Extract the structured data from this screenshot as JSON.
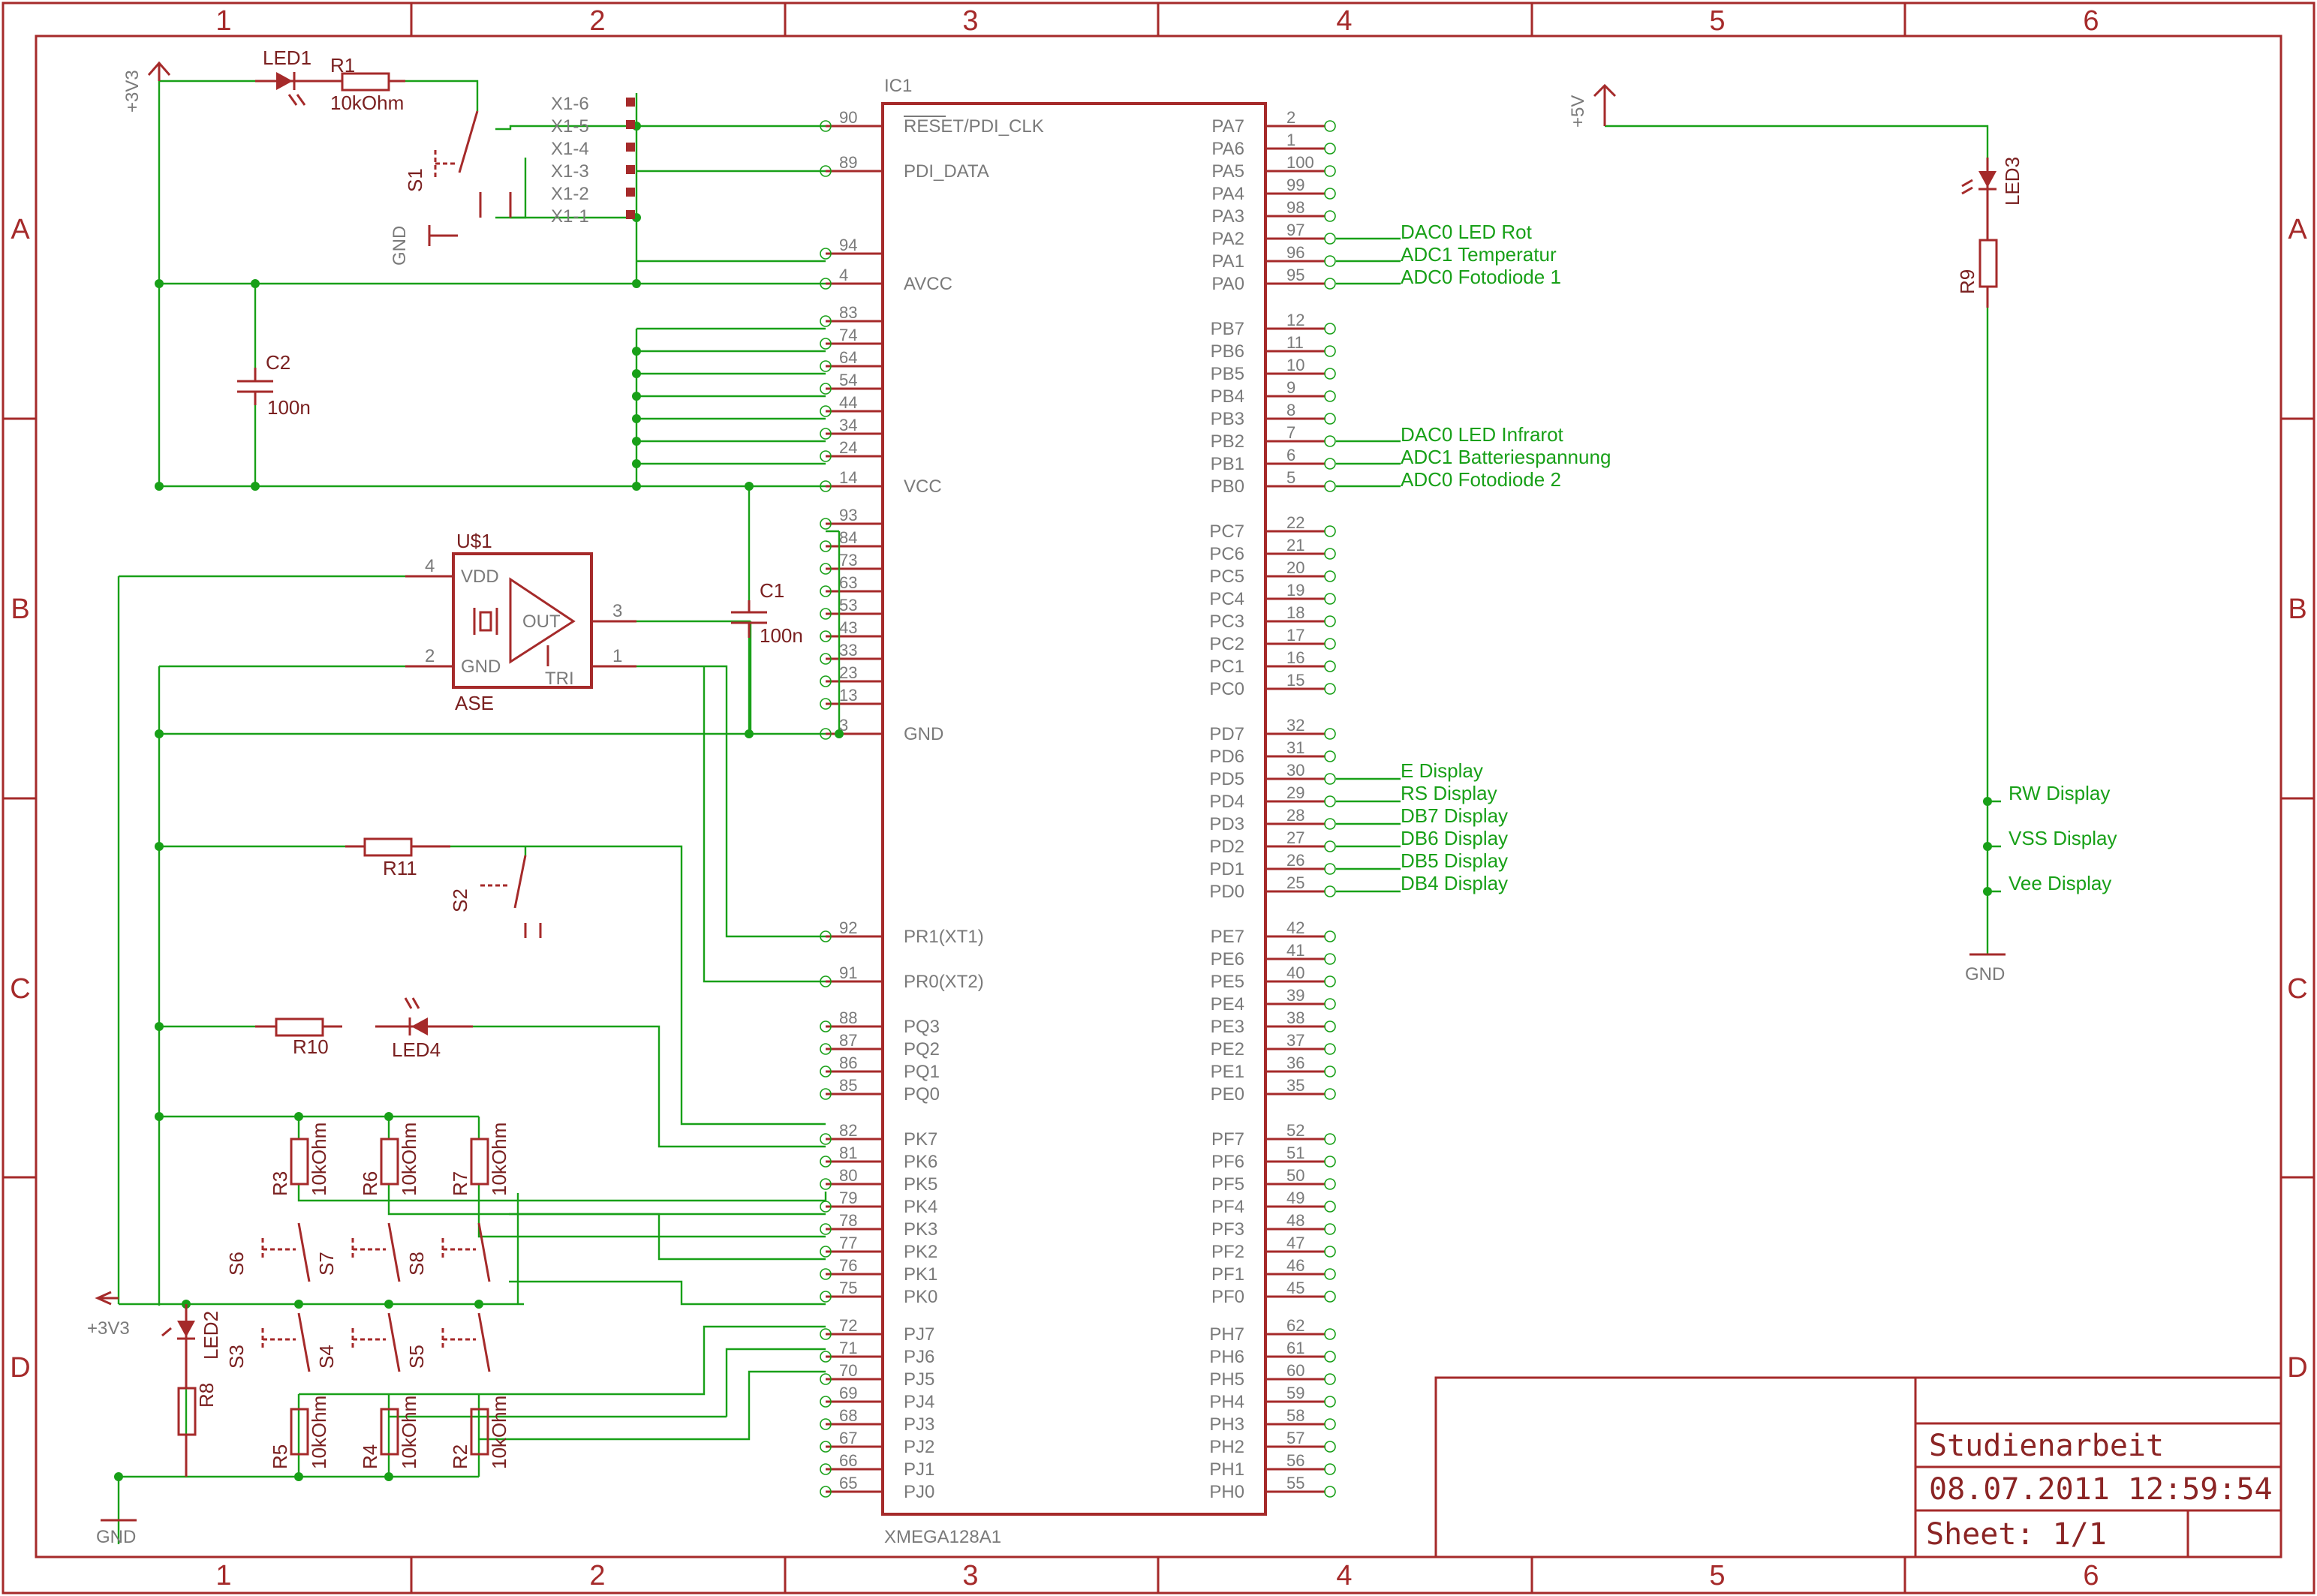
{
  "frame": {
    "columns": [
      "1",
      "2",
      "3",
      "4",
      "5",
      "6"
    ],
    "rows": [
      "A",
      "B",
      "C",
      "D"
    ]
  },
  "title_block": {
    "title": "Studienarbeit",
    "datetime": "08.07.2011 12:59:54",
    "sheet": "Sheet: 1/1"
  },
  "ic1": {
    "name": "IC1",
    "part": "XMEGA128A1",
    "left_pins": [
      {
        "num": "90",
        "name": "RESET/PDI_CLK"
      },
      {
        "num": "89",
        "name": "PDI_DATA"
      },
      {
        "num": "94",
        "name": ""
      },
      {
        "num": "4",
        "name": "AVCC"
      },
      {
        "num": "83",
        "name": ""
      },
      {
        "num": "74",
        "name": ""
      },
      {
        "num": "64",
        "name": ""
      },
      {
        "num": "54",
        "name": ""
      },
      {
        "num": "44",
        "name": ""
      },
      {
        "num": "34",
        "name": ""
      },
      {
        "num": "24",
        "name": ""
      },
      {
        "num": "14",
        "name": "VCC"
      },
      {
        "num": "93",
        "name": ""
      },
      {
        "num": "84",
        "name": ""
      },
      {
        "num": "73",
        "name": ""
      },
      {
        "num": "63",
        "name": ""
      },
      {
        "num": "53",
        "name": ""
      },
      {
        "num": "43",
        "name": ""
      },
      {
        "num": "33",
        "name": ""
      },
      {
        "num": "23",
        "name": ""
      },
      {
        "num": "13",
        "name": ""
      },
      {
        "num": "3",
        "name": "GND"
      },
      {
        "num": "92",
        "name": "PR1(XT1)"
      },
      {
        "num": "91",
        "name": "PR0(XT2)"
      },
      {
        "num": "88",
        "name": "PQ3"
      },
      {
        "num": "87",
        "name": "PQ2"
      },
      {
        "num": "86",
        "name": "PQ1"
      },
      {
        "num": "85",
        "name": "PQ0"
      },
      {
        "num": "82",
        "name": "PK7"
      },
      {
        "num": "81",
        "name": "PK6"
      },
      {
        "num": "80",
        "name": "PK5"
      },
      {
        "num": "79",
        "name": "PK4"
      },
      {
        "num": "78",
        "name": "PK3"
      },
      {
        "num": "77",
        "name": "PK2"
      },
      {
        "num": "76",
        "name": "PK1"
      },
      {
        "num": "75",
        "name": "PK0"
      },
      {
        "num": "72",
        "name": "PJ7"
      },
      {
        "num": "71",
        "name": "PJ6"
      },
      {
        "num": "70",
        "name": "PJ5"
      },
      {
        "num": "69",
        "name": "PJ4"
      },
      {
        "num": "68",
        "name": "PJ3"
      },
      {
        "num": "67",
        "name": "PJ2"
      },
      {
        "num": "66",
        "name": "PJ1"
      },
      {
        "num": "65",
        "name": "PJ0"
      }
    ],
    "right_pins": [
      {
        "num": "2",
        "name": "PA7"
      },
      {
        "num": "1",
        "name": "PA6"
      },
      {
        "num": "100",
        "name": "PA5"
      },
      {
        "num": "99",
        "name": "PA4"
      },
      {
        "num": "98",
        "name": "PA3"
      },
      {
        "num": "97",
        "name": "PA2"
      },
      {
        "num": "96",
        "name": "PA1"
      },
      {
        "num": "95",
        "name": "PA0"
      },
      {
        "num": "12",
        "name": "PB7"
      },
      {
        "num": "11",
        "name": "PB6"
      },
      {
        "num": "10",
        "name": "PB5"
      },
      {
        "num": "9",
        "name": "PB4"
      },
      {
        "num": "8",
        "name": "PB3"
      },
      {
        "num": "7",
        "name": "PB2"
      },
      {
        "num": "6",
        "name": "PB1"
      },
      {
        "num": "5",
        "name": "PB0"
      },
      {
        "num": "22",
        "name": "PC7"
      },
      {
        "num": "21",
        "name": "PC6"
      },
      {
        "num": "20",
        "name": "PC5"
      },
      {
        "num": "19",
        "name": "PC4"
      },
      {
        "num": "18",
        "name": "PC3"
      },
      {
        "num": "17",
        "name": "PC2"
      },
      {
        "num": "16",
        "name": "PC1"
      },
      {
        "num": "15",
        "name": "PC0"
      },
      {
        "num": "32",
        "name": "PD7"
      },
      {
        "num": "31",
        "name": "PD6"
      },
      {
        "num": "30",
        "name": "PD5"
      },
      {
        "num": "29",
        "name": "PD4"
      },
      {
        "num": "28",
        "name": "PD3"
      },
      {
        "num": "27",
        "name": "PD2"
      },
      {
        "num": "26",
        "name": "PD1"
      },
      {
        "num": "25",
        "name": "PD0"
      },
      {
        "num": "42",
        "name": "PE7"
      },
      {
        "num": "41",
        "name": "PE6"
      },
      {
        "num": "40",
        "name": "PE5"
      },
      {
        "num": "39",
        "name": "PE4"
      },
      {
        "num": "38",
        "name": "PE3"
      },
      {
        "num": "37",
        "name": "PE2"
      },
      {
        "num": "36",
        "name": "PE1"
      },
      {
        "num": "35",
        "name": "PE0"
      },
      {
        "num": "52",
        "name": "PF7"
      },
      {
        "num": "51",
        "name": "PF6"
      },
      {
        "num": "50",
        "name": "PF5"
      },
      {
        "num": "49",
        "name": "PF4"
      },
      {
        "num": "48",
        "name": "PF3"
      },
      {
        "num": "47",
        "name": "PF2"
      },
      {
        "num": "46",
        "name": "PF1"
      },
      {
        "num": "45",
        "name": "PF0"
      },
      {
        "num": "62",
        "name": "PH7"
      },
      {
        "num": "61",
        "name": "PH6"
      },
      {
        "num": "60",
        "name": "PH5"
      },
      {
        "num": "59",
        "name": "PH4"
      },
      {
        "num": "58",
        "name": "PH3"
      },
      {
        "num": "57",
        "name": "PH2"
      },
      {
        "num": "56",
        "name": "PH1"
      },
      {
        "num": "55",
        "name": "PH0"
      }
    ]
  },
  "nets_right": {
    "pa2": "DAC0 LED Rot",
    "pa1": "ADC1 Temperatur",
    "pa0": "ADC0 Fotodiode 1",
    "pb2": "DAC0 LED Infrarot",
    "pb1": "ADC1 Batteriespannung",
    "pb0": "ADC0 Fotodiode 2",
    "pd5": "E Display",
    "pd4": "RS Display",
    "pd3": "DB7 Display",
    "pd2": "DB6 Display",
    "pd1": "DB5 Display",
    "pd0": "DB4 Display"
  },
  "lcd_nets": {
    "rw": "RW Display",
    "vss": "VSS Display",
    "vee": "Vee Display"
  },
  "parts": {
    "led1": "LED1",
    "r1": "R1",
    "r1_val": "10kOhm",
    "s1": "S1",
    "x1": [
      "X1-6",
      "X1-5",
      "X1-4",
      "X1-3",
      "X1-2",
      "X1-1"
    ],
    "c2": "C2",
    "c2_val": "100n",
    "c1": "C1",
    "c1_val": "100n",
    "u1": "U$1",
    "u1_part": "ASE",
    "u1_vdd": "VDD",
    "u1_gnd": "GND",
    "u1_out": "OUT",
    "u1_tri": "TRI",
    "u1_p4": "4",
    "u1_p2": "2",
    "u1_p3": "3",
    "u1_p1": "1",
    "r11": "R11",
    "s2": "S2",
    "r10": "R10",
    "led4": "LED4",
    "led2": "LED2",
    "r8": "R8",
    "led3": "LED3",
    "r9": "R9",
    "r3": "R3",
    "r6": "R6",
    "r7": "R7",
    "r5": "R5",
    "r4": "R4",
    "r2": "R2",
    "s3": "S3",
    "s4": "S4",
    "s5": "S5",
    "s6": "S6",
    "s7": "S7",
    "s8": "S8",
    "kohm": "10kOhm"
  },
  "supplies": {
    "v33_top": "+3V3",
    "v33_left": "+3V3",
    "v5": "+5V",
    "gnd_s1": "GND",
    "gnd_left": "GND",
    "gnd_right": "GND"
  },
  "colors": {
    "frame": "#a52a2a",
    "wire": "#18a018",
    "pin_text": "#7a7a7a"
  }
}
